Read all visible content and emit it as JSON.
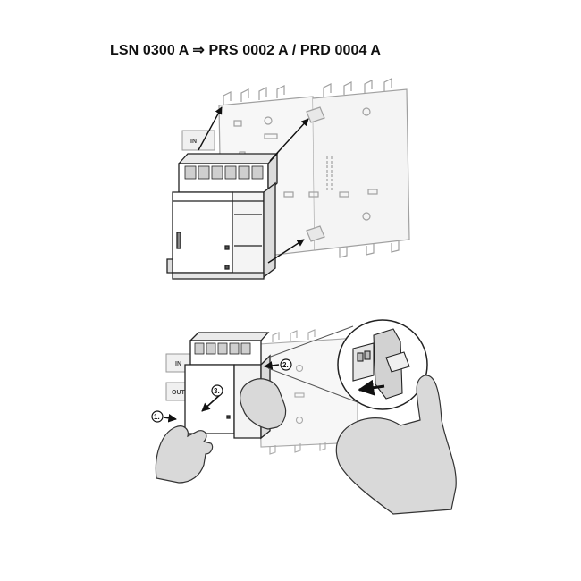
{
  "title": "LSN 0300 A ⇒ PRS 0002 A / PRD 0004 A",
  "labels": {
    "in_top": "IN",
    "in_bottom": "IN",
    "out_bottom": "OUT"
  },
  "steps": [
    "1.",
    "2.",
    "3."
  ],
  "colors": {
    "line": "#222222",
    "light_line": "#9a9a9a",
    "panel_fill": "#e6e6e6",
    "hand_fill": "#d9d9d9",
    "background": "#ffffff"
  }
}
